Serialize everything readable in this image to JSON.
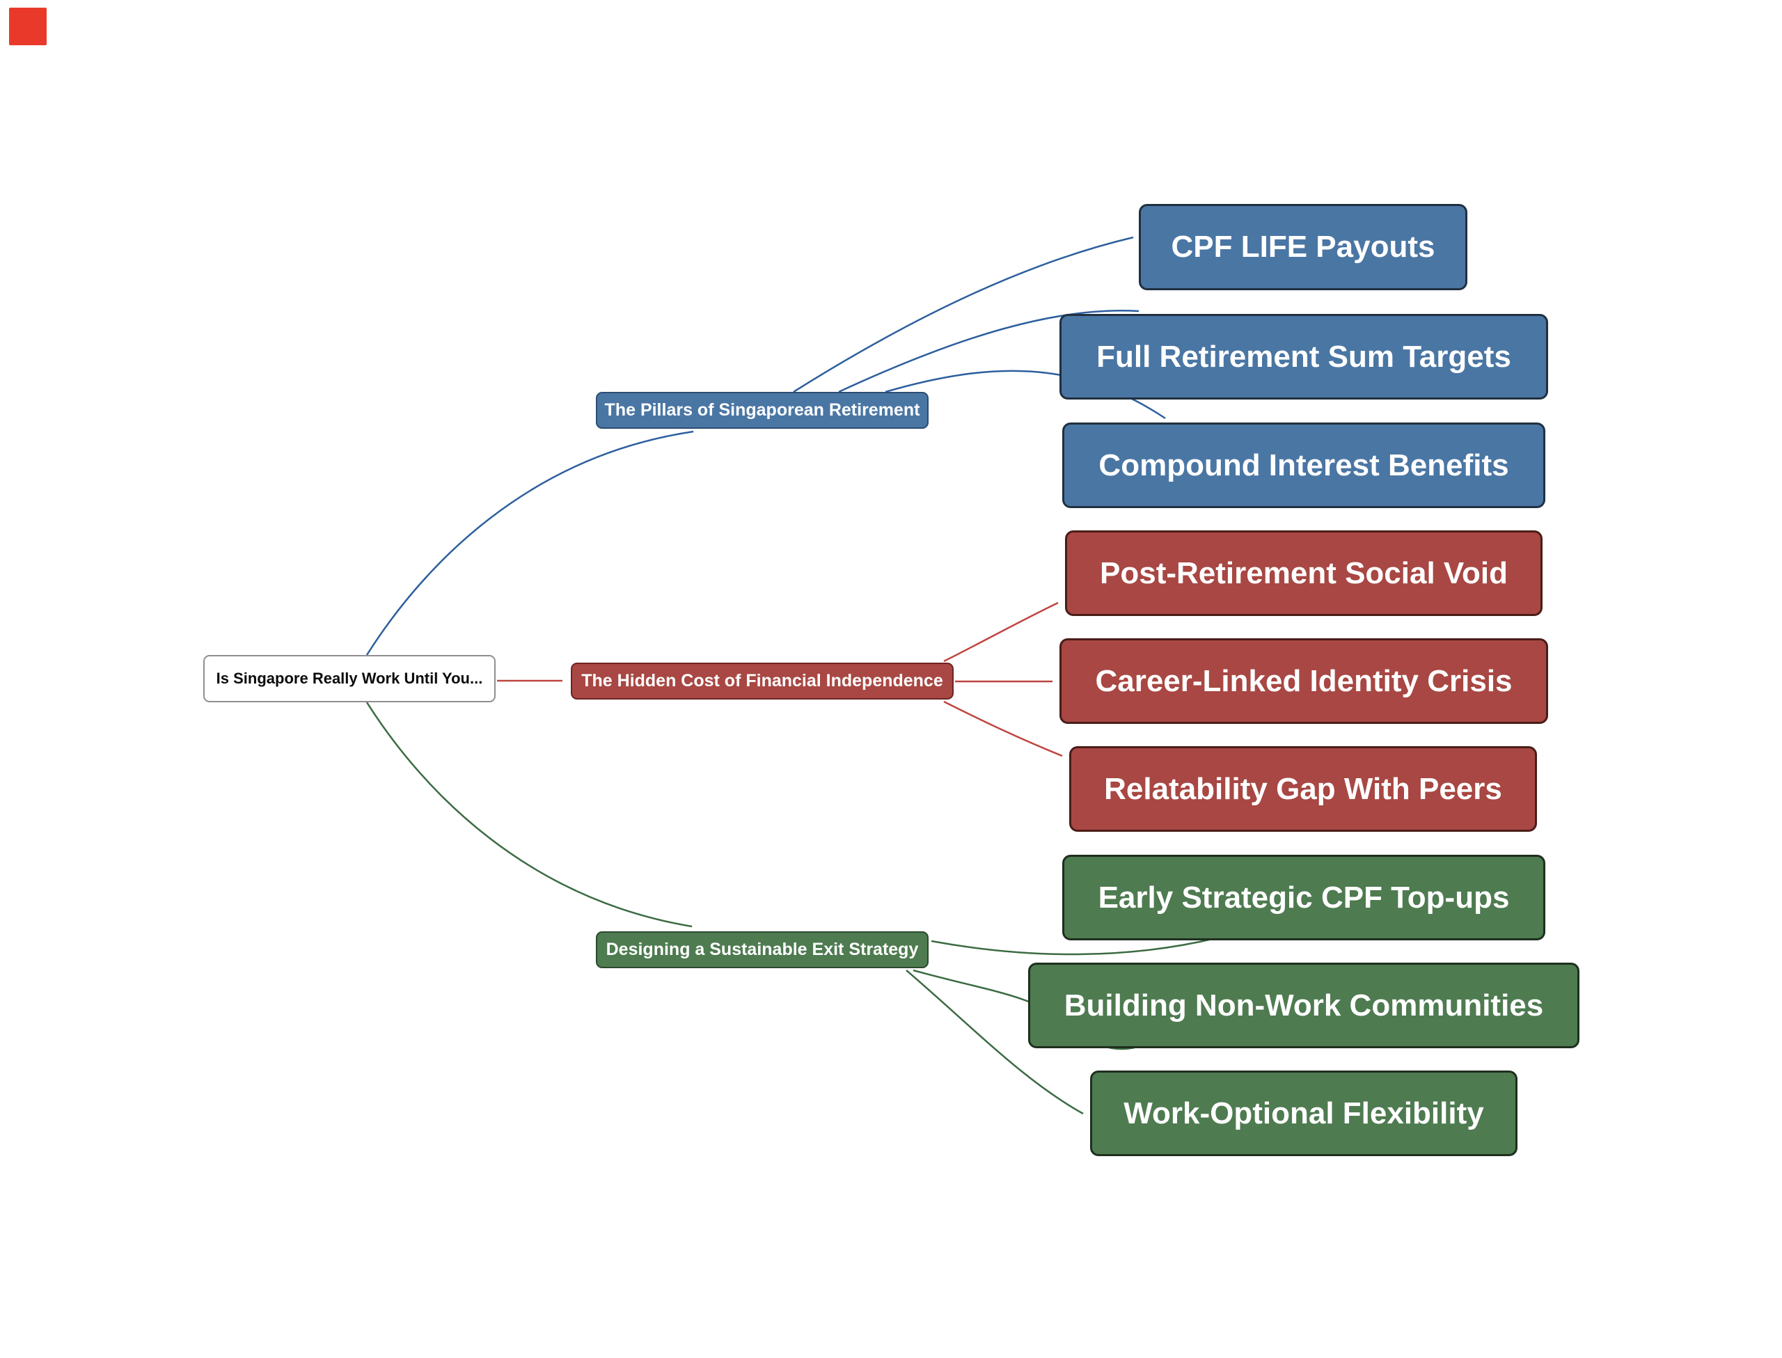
{
  "page": {
    "background": "#ffffff"
  },
  "marker": {
    "color": "#e9392b"
  },
  "root": {
    "label": "Is Singapore Really Work Until You..."
  },
  "branches": [
    {
      "label": "The Pillars of Singaporean Retirement",
      "fill": "#4a76a4",
      "border": "#203040",
      "edge_color": "#2d5f9e",
      "children": [
        {
          "label": "CPF LIFE Payouts"
        },
        {
          "label": "Full Retirement Sum Targets"
        },
        {
          "label": "Compound Interest Benefits"
        }
      ]
    },
    {
      "label": "The Hidden Cost of Financial Independence",
      "fill": "#a84743",
      "border": "#4a1d18",
      "edge_color": "#bf4440",
      "children": [
        {
          "label": "Post-Retirement Social Void"
        },
        {
          "label": "Career-Linked Identity Crisis"
        },
        {
          "label": "Relatability Gap With Peers"
        }
      ]
    },
    {
      "label": "Designing a Sustainable Exit Strategy",
      "fill": "#4e7b50",
      "border": "#1e2f1f",
      "edge_color": "#3c6b43",
      "children": [
        {
          "label": "Early Strategic CPF Top-ups"
        },
        {
          "label": "Building Non-Work Communities"
        },
        {
          "label": "Work-Optional Flexibility"
        }
      ]
    }
  ]
}
